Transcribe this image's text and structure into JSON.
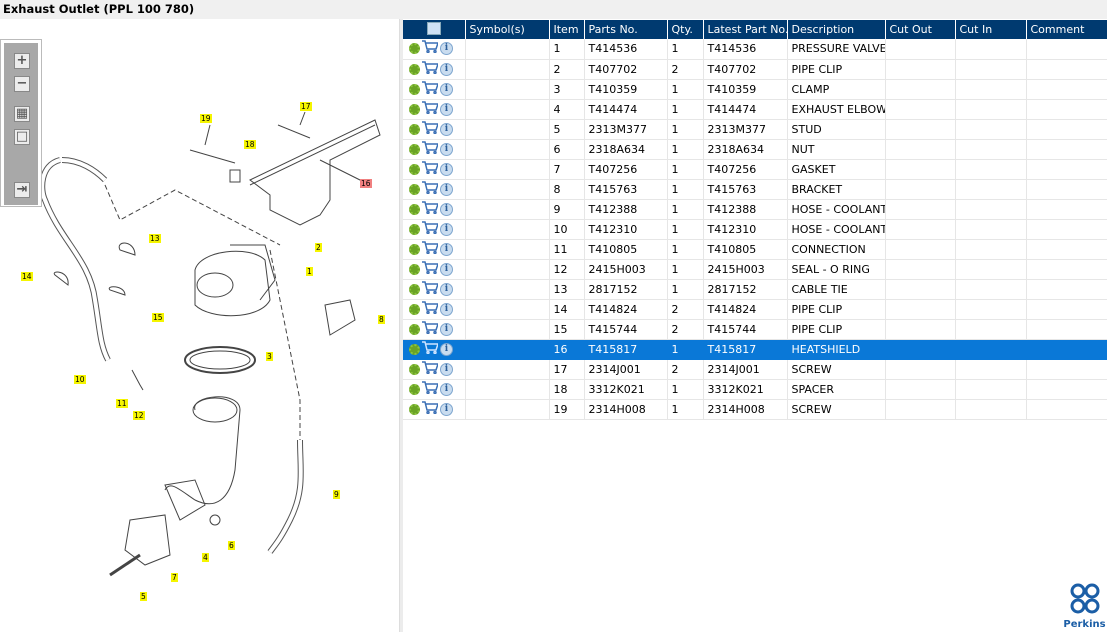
{
  "title": "Exhaust Outlet (PPL 100 780)",
  "toolbar": {
    "zoom_in": "+",
    "zoom_out": "−",
    "fit": "▦",
    "actual": "□",
    "panel": "⇥"
  },
  "table": {
    "headers": [
      "",
      "Symbol(s)",
      "Item",
      "Parts No.",
      "Qty.",
      "Latest Part No.",
      "Description",
      "Cut Out",
      "Cut In",
      "Comment"
    ],
    "selected_item": "16",
    "rows": [
      {
        "item": "1",
        "part": "T414536",
        "qty": "1",
        "latest": "T414536",
        "desc": "PRESSURE VALVE"
      },
      {
        "item": "2",
        "part": "T407702",
        "qty": "2",
        "latest": "T407702",
        "desc": "PIPE CLIP"
      },
      {
        "item": "3",
        "part": "T410359",
        "qty": "1",
        "latest": "T410359",
        "desc": "CLAMP"
      },
      {
        "item": "4",
        "part": "T414474",
        "qty": "1",
        "latest": "T414474",
        "desc": "EXHAUST ELBOW"
      },
      {
        "item": "5",
        "part": "2313M377",
        "qty": "1",
        "latest": "2313M377",
        "desc": "STUD"
      },
      {
        "item": "6",
        "part": "2318A634",
        "qty": "1",
        "latest": "2318A634",
        "desc": "NUT"
      },
      {
        "item": "7",
        "part": "T407256",
        "qty": "1",
        "latest": "T407256",
        "desc": "GASKET"
      },
      {
        "item": "8",
        "part": "T415763",
        "qty": "1",
        "latest": "T415763",
        "desc": "BRACKET"
      },
      {
        "item": "9",
        "part": "T412388",
        "qty": "1",
        "latest": "T412388",
        "desc": "HOSE - COOLANT"
      },
      {
        "item": "10",
        "part": "T412310",
        "qty": "1",
        "latest": "T412310",
        "desc": "HOSE - COOLANT"
      },
      {
        "item": "11",
        "part": "T410805",
        "qty": "1",
        "latest": "T410805",
        "desc": "CONNECTION"
      },
      {
        "item": "12",
        "part": "2415H003",
        "qty": "1",
        "latest": "2415H003",
        "desc": "SEAL - O RING"
      },
      {
        "item": "13",
        "part": "2817152",
        "qty": "1",
        "latest": "2817152",
        "desc": "CABLE TIE"
      },
      {
        "item": "14",
        "part": "T414824",
        "qty": "2",
        "latest": "T414824",
        "desc": "PIPE CLIP"
      },
      {
        "item": "15",
        "part": "T415744",
        "qty": "2",
        "latest": "T415744",
        "desc": "PIPE CLIP"
      },
      {
        "item": "16",
        "part": "T415817",
        "qty": "1",
        "latest": "T415817",
        "desc": "HEATSHIELD"
      },
      {
        "item": "17",
        "part": "2314J001",
        "qty": "2",
        "latest": "2314J001",
        "desc": "SCREW"
      },
      {
        "item": "18",
        "part": "3312K021",
        "qty": "1",
        "latest": "3312K021",
        "desc": "SPACER"
      },
      {
        "item": "19",
        "part": "2314H008",
        "qty": "1",
        "latest": "2314H008",
        "desc": "SCREW"
      }
    ]
  },
  "callouts": [
    "1",
    "2",
    "3",
    "4",
    "5",
    "6",
    "7",
    "8",
    "9",
    "10",
    "11",
    "12",
    "13",
    "14",
    "15",
    "16",
    "17",
    "18",
    "19"
  ],
  "logo": {
    "text": "Perkins"
  },
  "colors": {
    "header": "#003a70",
    "selected": "#0a78d7",
    "highlight": "#f5f500",
    "selected_callout": "#f08080"
  }
}
